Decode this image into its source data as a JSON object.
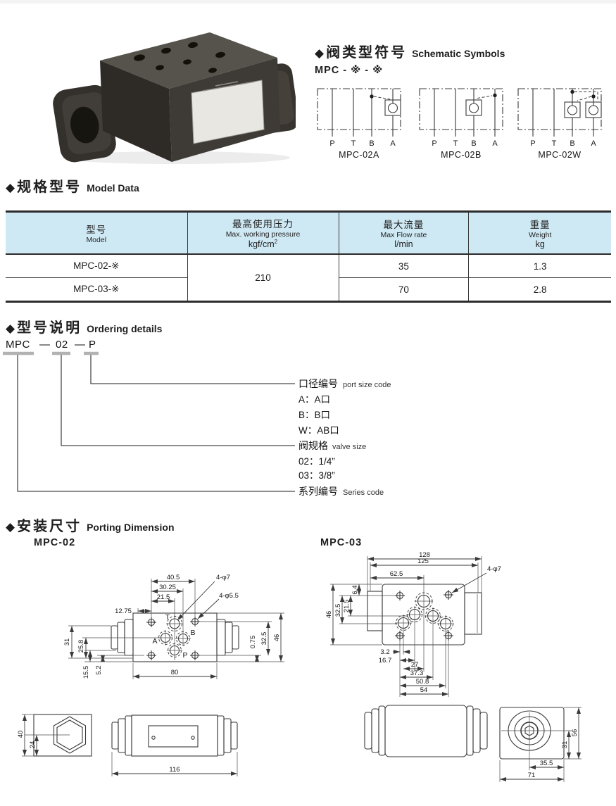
{
  "ui": {
    "bullet": "◆"
  },
  "schematic": {
    "title_cn": "阀类型符号",
    "title_en": "Schematic Symbols",
    "model_pattern": "MPC - ※ - ※",
    "symbols": [
      {
        "caption": "MPC-02A",
        "ports": [
          "P",
          "T",
          "B",
          "A"
        ]
      },
      {
        "caption": "MPC-02B",
        "ports": [
          "P",
          "T",
          "B",
          "A"
        ]
      },
      {
        "caption": "MPC-02W",
        "ports": [
          "P",
          "T",
          "B",
          "A"
        ]
      }
    ]
  },
  "model_data": {
    "title_cn": "规格型号",
    "title_en": "Model Data",
    "headers": {
      "model_cn": "型号",
      "model_en": "Model",
      "pressure_cn": "最高使用压力",
      "pressure_en": "Max. working pressure",
      "pressure_unit": "kgf/cm",
      "pressure_unit_sup": "2",
      "flow_cn": "最大流量",
      "flow_en": "Max Flow rate",
      "flow_unit": "l/min",
      "weight_cn": "重量",
      "weight_en": "Weight",
      "weight_unit": "kg"
    },
    "pressure_value": "210",
    "rows": [
      {
        "model": "MPC-02-※",
        "flow": "35",
        "weight": "1.3"
      },
      {
        "model": "MPC-03-※",
        "flow": "70",
        "weight": "2.8"
      }
    ]
  },
  "ordering": {
    "title_cn": "型号说明",
    "title_en": "Ordering details",
    "code": {
      "p1": "MPC",
      "dash1": "—",
      "p2": "02",
      "dash2": "—",
      "p3": "P"
    },
    "port_size": {
      "cn": "口径编号",
      "en": "port size code",
      "opt1": "A：A口",
      "opt2": "B：B口",
      "opt3": "W：AB口"
    },
    "valve_size": {
      "cn": "阀规格",
      "en": "valve size",
      "opt1": "02：1/4”",
      "opt2": "03：3/8”"
    },
    "series": {
      "cn": "系列编号",
      "en": "Series code"
    }
  },
  "porting": {
    "title_cn": "安装尺寸",
    "title_en": "Porting Dimension",
    "mpc02": {
      "label": "MPC-02",
      "callout_7": "4-φ7",
      "callout_55": "4-φ5.5",
      "ports": {
        "t": "T",
        "a": "A",
        "b": "B",
        "p": "P"
      },
      "d40_5": "40.5",
      "d30_25": "30.25",
      "d21_5": "21.5",
      "d12_75": "12.75",
      "d31": "31",
      "d25_8": "25.8",
      "d15_5": "15.5",
      "d5_2": "5.2",
      "d0_75": "0.75",
      "d32_5": "32.5",
      "d46": "46",
      "d80": "80",
      "d40": "40",
      "d24": "24",
      "d116": "116"
    },
    "mpc03": {
      "label": "MPC-03",
      "callout_7": "4-φ7",
      "d128": "128",
      "d125": "125",
      "d62_5": "62.5",
      "d6_4": "6.4",
      "d21_5": "21.5",
      "d32_5": "32.5",
      "d46": "46",
      "d3_2": "3.2",
      "d16_7": "16.7",
      "d27": "27",
      "d37_3": "37.3",
      "d50_8": "50.8",
      "d54": "54",
      "d56": "56",
      "d31": "31",
      "d35_5": "35.5",
      "d71": "71"
    }
  },
  "colors": {
    "header_bg": "#cfe9f4",
    "line": "#3a3a3a"
  }
}
